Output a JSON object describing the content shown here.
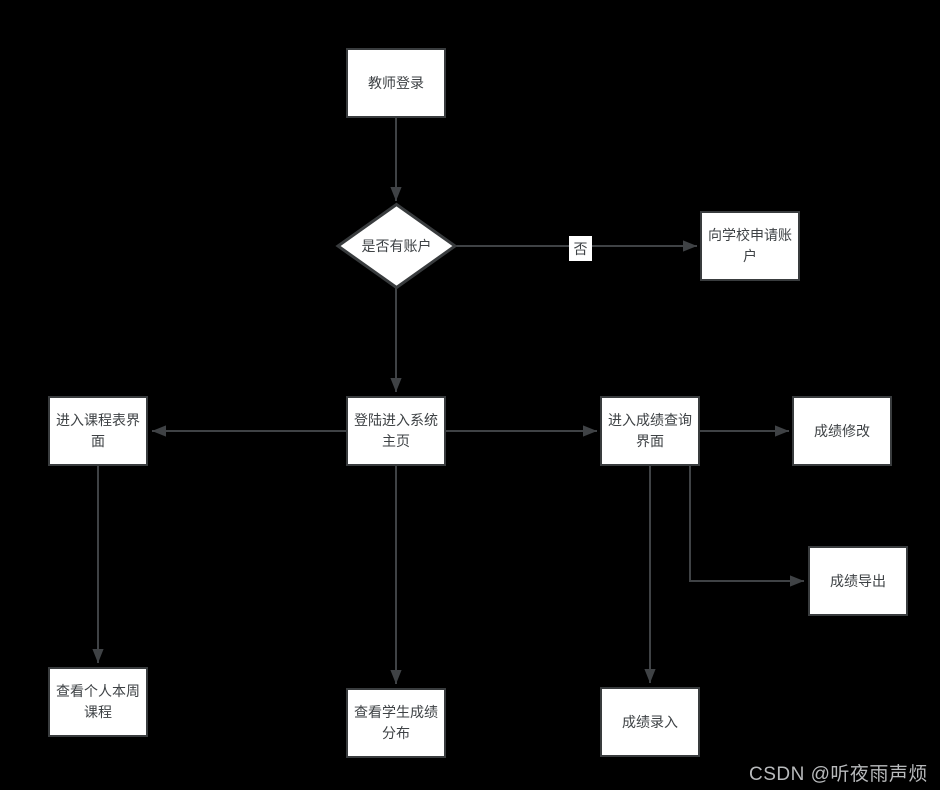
{
  "page": {
    "background": "#000000"
  },
  "colors": {
    "node_fill": "#ffffff",
    "node_border": "#393c3e",
    "node_text": "#3e4245",
    "connector": "#3f4245",
    "decision_border": "#393c3e",
    "watermark_text": "#b8babc"
  },
  "nodes": [
    {
      "id": "teacher-login",
      "label": "教师登录",
      "shape": "rect"
    },
    {
      "id": "has-account",
      "label": "是否有账户",
      "shape": "diamond"
    },
    {
      "id": "apply-account",
      "label": "向学校申请账户",
      "shape": "rect"
    },
    {
      "id": "course-table",
      "label": "进入课程表界面",
      "shape": "rect"
    },
    {
      "id": "system-home",
      "label": "登陆进入系统主页",
      "shape": "rect"
    },
    {
      "id": "grade-query",
      "label": "进入成绩查询界面",
      "shape": "rect"
    },
    {
      "id": "grade-edit",
      "label": "成绩修改",
      "shape": "rect"
    },
    {
      "id": "grade-export",
      "label": "成绩导出",
      "shape": "rect"
    },
    {
      "id": "weekly-course",
      "label": "查看个人本周课程",
      "shape": "rect"
    },
    {
      "id": "grade-distribution",
      "label": "查看学生成绩分布",
      "shape": "rect"
    },
    {
      "id": "grade-entry",
      "label": "成绩录入",
      "shape": "rect"
    }
  ],
  "edge_labels": {
    "no": "否"
  },
  "watermark": {
    "text": "CSDN @听夜雨声烦"
  }
}
